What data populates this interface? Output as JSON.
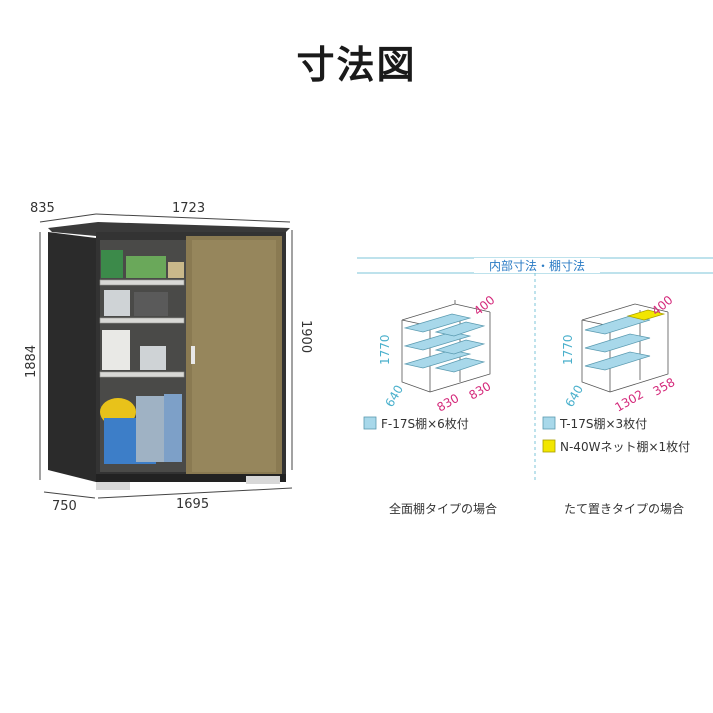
{
  "title": "寸法図",
  "shed": {
    "dims": {
      "depth_top": "835",
      "width_top": "1723",
      "height_left": "1884",
      "height_right": "1900",
      "depth_bottom": "750",
      "width_bottom": "1695"
    }
  },
  "interior": {
    "header": "内部寸法・棚寸法",
    "full_type": {
      "height": "1770",
      "depth": "640",
      "depth_top": "400",
      "width_a": "830",
      "width_b": "830",
      "legend": "F-17S棚×6枚付",
      "caption": "全面棚タイプの場合"
    },
    "vertical_type": {
      "height": "1770",
      "depth": "640",
      "depth_top": "400",
      "width_a": "1302",
      "width_b": "358",
      "legend_1": "T-17S棚×3枚付",
      "legend_2": "N-40Wネット棚×1枚付",
      "caption": "たて置きタイプの場合"
    }
  },
  "colors": {
    "shelf": "#a8d8ea",
    "net_shelf": "#f2e600",
    "header_line": "#7cc4d8",
    "dim_cyan": "#4ab0cc",
    "dim_magenta": "#d4287a",
    "shed_body": "#2e2e2e",
    "door": "#8a7a52"
  }
}
